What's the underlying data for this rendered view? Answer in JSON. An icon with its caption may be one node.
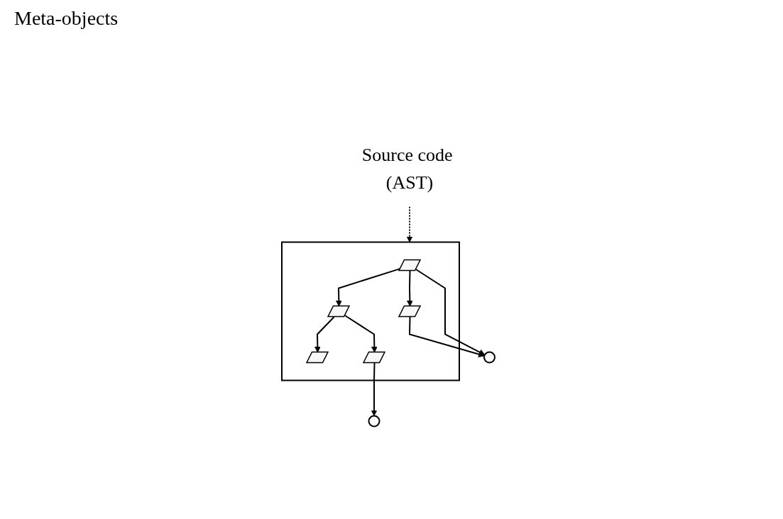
{
  "diagram": {
    "nodes": [
      {
        "text": [],
        "shape": "circle"
      },
      {
        "text": [],
        "shape": "circle"
      },
      {
        "text": [],
        "shape": "parallelogram"
      },
      {
        "text": [],
        "shape": "parallelogram",
        "in": 2
      },
      {
        "text": [],
        "shape": "parallelogram",
        "in": 2
      },
      {
        "text": [],
        "shape": "parallelogram",
        "in": 2
      },
      {
        "text": [],
        "shape": "parallelogram",
        "in": 2
      },
      {
        "text": [],
        "shape": "parallelogram",
        "in": 2
      },
      {
        "text": [
          "Source code (AST)"
        ]
      }
    ],
    "edges": [
      {
        "from": 4,
        "to": 0,
        "arrow": "to"
      },
      {
        "from": 3,
        "to": 0,
        "arrow": "to"
      },
      {
        "from": 7,
        "to": 1,
        "arrow": "to"
      },
      {
        "from": 3,
        "to": 4,
        "arrow": "to"
      },
      {
        "from": 3,
        "to": 5,
        "arrow": "to"
      },
      {
        "from": 5,
        "to": 6,
        "arrow": "to"
      },
      {
        "from": 5,
        "to": 7,
        "arrow": "to"
      },
      {
        "from": 8,
        "to": 2,
        "arrow": "to",
        "style": "dashed"
      }
    ],
    "labels": [
      "Meta-objects"
    ]
  }
}
